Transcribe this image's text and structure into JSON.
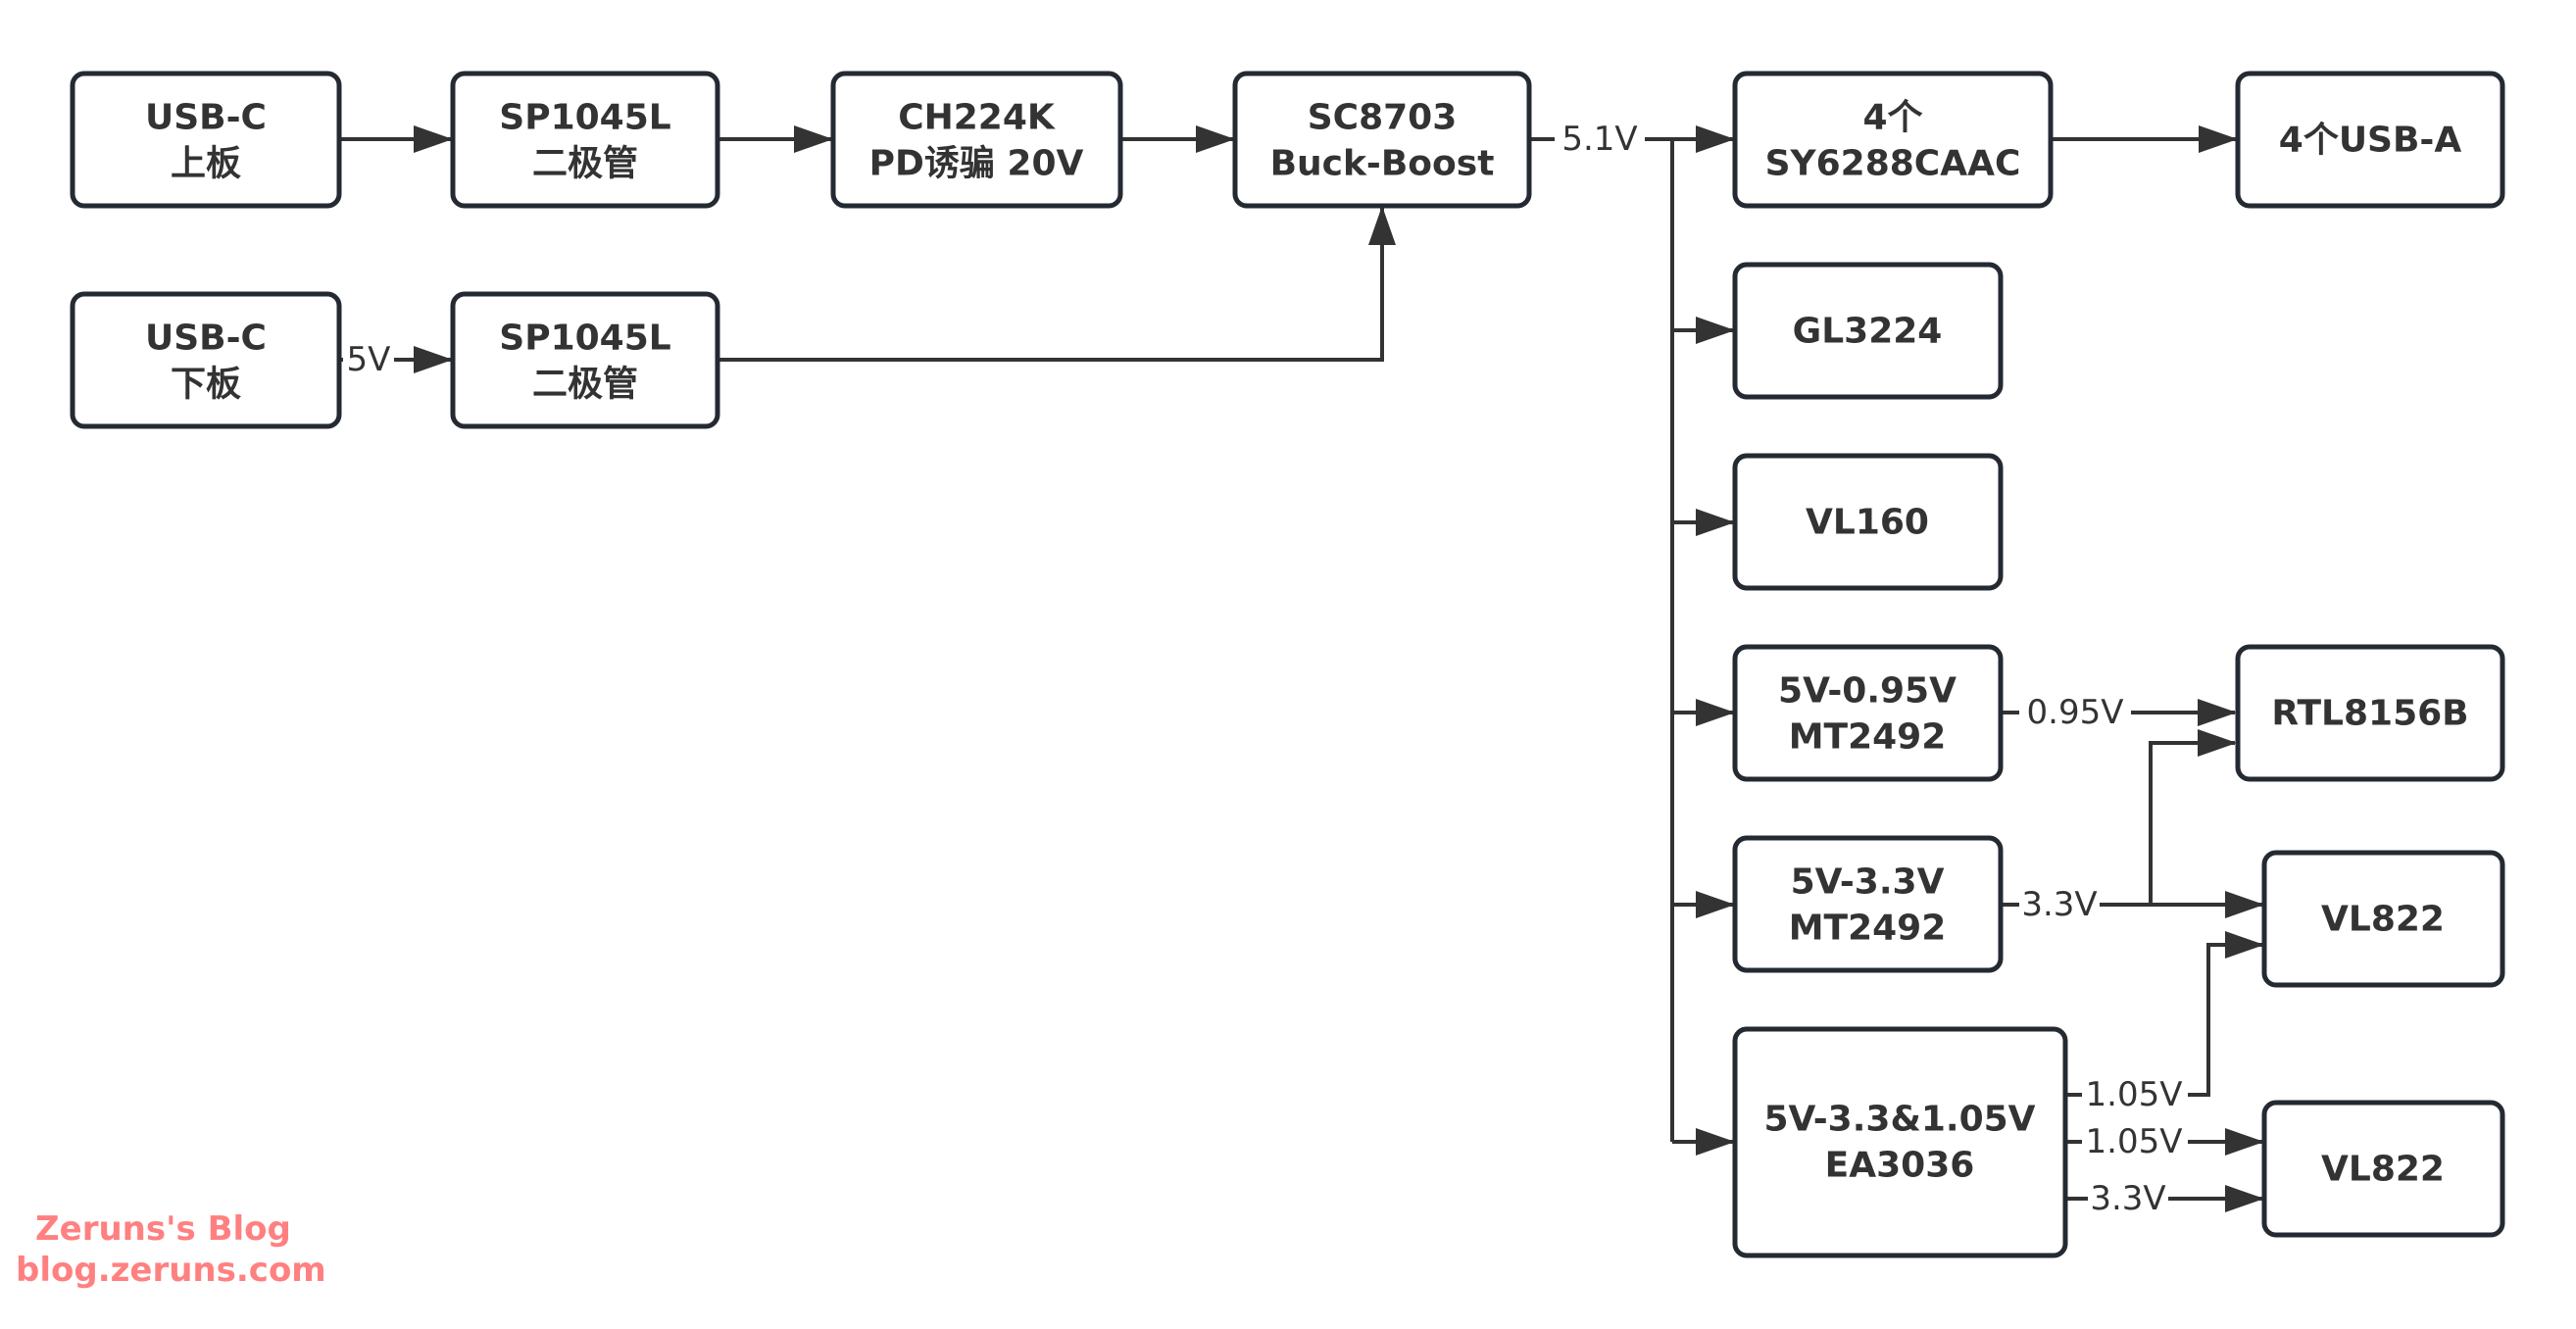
{
  "diagram": {
    "title": "Power distribution block diagram",
    "nodes": {
      "usbc_top": {
        "lines": [
          "USB-C",
          "上板"
        ]
      },
      "sp1045l_top": {
        "lines": [
          "SP1045L",
          "二极管"
        ]
      },
      "ch224k": {
        "lines": [
          "CH224K",
          "PD诱骗 20V"
        ]
      },
      "sc8703": {
        "lines": [
          "SC8703",
          "Buck-Boost"
        ]
      },
      "sy6288": {
        "lines": [
          "4个",
          "SY6288CAAC"
        ]
      },
      "usba": {
        "lines": [
          "4个USB-A"
        ]
      },
      "usbc_bottom": {
        "lines": [
          "USB-C",
          "下板"
        ]
      },
      "sp1045l_bottom": {
        "lines": [
          "SP1045L",
          "二极管"
        ]
      },
      "gl3224": {
        "lines": [
          "GL3224"
        ]
      },
      "vl160": {
        "lines": [
          "VL160"
        ]
      },
      "mt2492_095": {
        "lines": [
          "5V-0.95V",
          "MT2492"
        ]
      },
      "mt2492_33": {
        "lines": [
          "5V-3.3V",
          "MT2492"
        ]
      },
      "ea3036": {
        "lines": [
          "5V-3.3&1.05V",
          "EA3036"
        ]
      },
      "rtl8156b": {
        "lines": [
          "RTL8156B"
        ]
      },
      "vl822_a": {
        "lines": [
          "VL822"
        ]
      },
      "vl822_b": {
        "lines": [
          "VL822"
        ]
      }
    },
    "edges": [
      {
        "id": "e1",
        "from": "usbc_top",
        "to": "sp1045l_top",
        "label": ""
      },
      {
        "id": "e2",
        "from": "sp1045l_top",
        "to": "ch224k",
        "label": ""
      },
      {
        "id": "e3",
        "from": "ch224k",
        "to": "sc8703",
        "label": ""
      },
      {
        "id": "e4",
        "from": "usbc_bottom",
        "to": "sp1045l_bottom",
        "label": "5V"
      },
      {
        "id": "e5",
        "from": "sp1045l_bottom",
        "to": "sc8703",
        "label": ""
      },
      {
        "id": "e6",
        "from": "sc8703",
        "to": "sy6288",
        "label": "5.1V"
      },
      {
        "id": "e7",
        "from": "sy6288",
        "to": "usba",
        "label": ""
      },
      {
        "id": "e8",
        "from": "sc8703",
        "to": "gl3224",
        "label": ""
      },
      {
        "id": "e9",
        "from": "sc8703",
        "to": "vl160",
        "label": ""
      },
      {
        "id": "e10",
        "from": "sc8703",
        "to": "mt2492_095",
        "label": ""
      },
      {
        "id": "e11",
        "from": "sc8703",
        "to": "mt2492_33",
        "label": ""
      },
      {
        "id": "e12",
        "from": "sc8703",
        "to": "ea3036",
        "label": ""
      },
      {
        "id": "e13",
        "from": "mt2492_095",
        "to": "rtl8156b",
        "label": "0.95V"
      },
      {
        "id": "e14",
        "from": "mt2492_33",
        "to": "rtl8156b",
        "label": ""
      },
      {
        "id": "e15",
        "from": "mt2492_33",
        "to": "vl822_a",
        "label": "3.3V"
      },
      {
        "id": "e16",
        "from": "ea3036",
        "to": "vl822_a",
        "label": "1.05V"
      },
      {
        "id": "e17",
        "from": "ea3036",
        "to": "vl822_b",
        "label": "1.05V"
      },
      {
        "id": "e18",
        "from": "ea3036",
        "to": "vl822_b",
        "label": "3.3V"
      }
    ]
  },
  "watermark": {
    "line1": "Zeruns's Blog",
    "line2": "blog.zeruns.com",
    "color": "#ff8080"
  }
}
